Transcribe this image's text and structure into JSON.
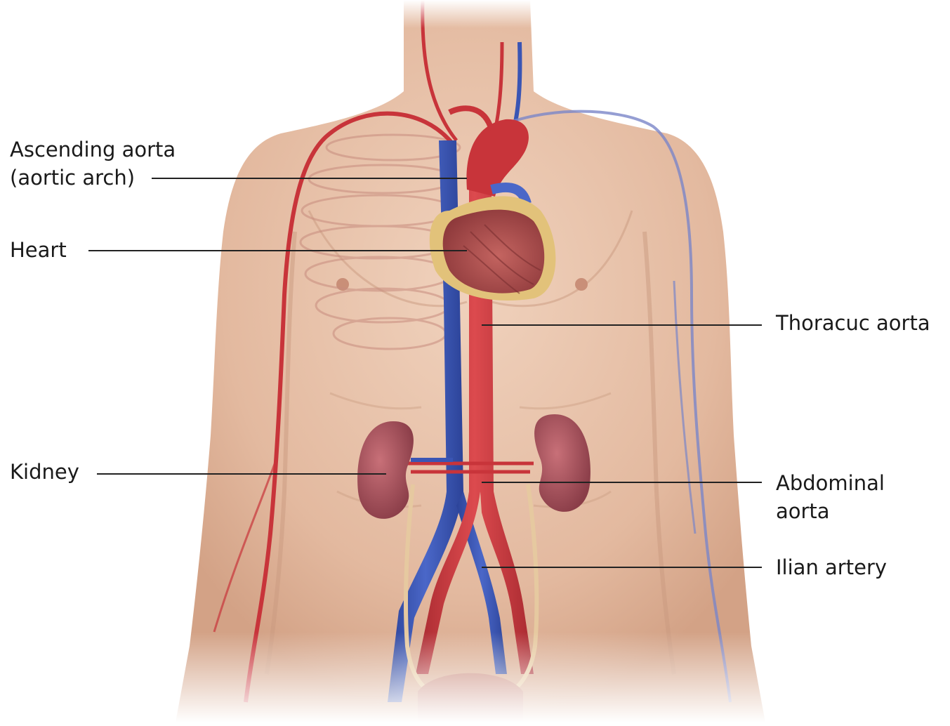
{
  "labels": {
    "ascending_aorta": {
      "line1": "Ascending aorta",
      "line2": "(aortic arch)"
    },
    "heart": "Heart",
    "thoracic_aorta": "Thoracuc aorta",
    "kidney": "Kidney",
    "abdominal_aorta": {
      "line1": "Abdominal",
      "line2": "aorta"
    },
    "iliac_artery": "Ilian artery"
  },
  "colors": {
    "skin": "#e8c3ab",
    "skin_shadow": "#c99a80",
    "artery": "#c8343a",
    "vein": "#3a55b4",
    "heart": "#b4504e",
    "fat": "#e2c27a",
    "kidney": "#a8505a",
    "leader_line": "#222222"
  }
}
